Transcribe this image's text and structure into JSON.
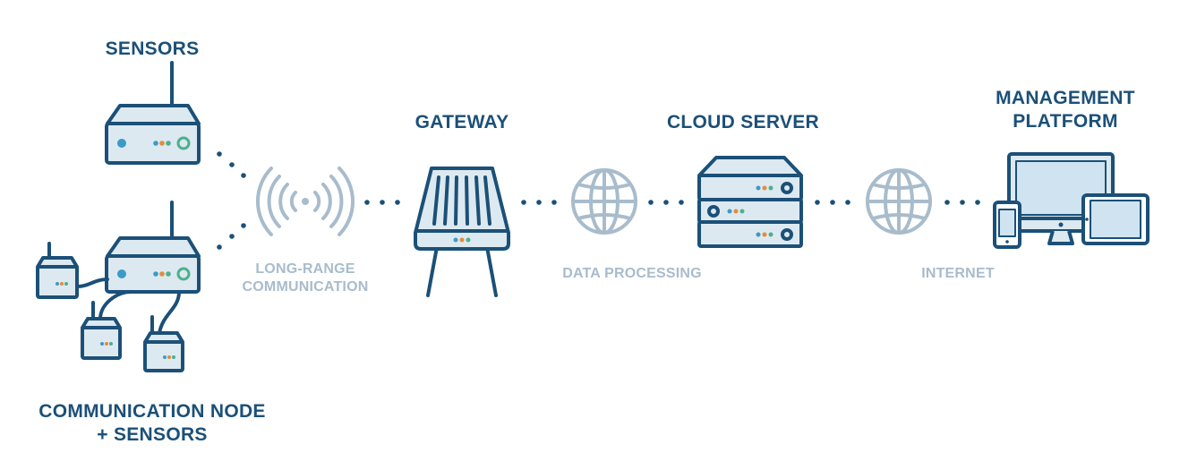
{
  "labels": {
    "sensors": "SENSORS",
    "node_line1": "COMMUNICATION NODE",
    "node_line2": "+ SENSORS",
    "gateway": "GATEWAY",
    "cloud": "CLOUD SERVER",
    "mgmt_line1": "MANAGEMENT",
    "mgmt_line2": "PLATFORM"
  },
  "links": {
    "long_range_line1": "LONG-RANGE",
    "long_range_line2": "COMMUNICATION",
    "data_processing": "DATA PROCESSING",
    "internet": "INTERNET"
  },
  "colors": {
    "stroke": "#1b5078",
    "fill": "#dde9f0",
    "light": "#a8bccc",
    "screen": "#cfe4f0",
    "led_blue": "#3a9ac9",
    "led_orange": "#e88a3a",
    "led_green": "#4cb08f"
  }
}
